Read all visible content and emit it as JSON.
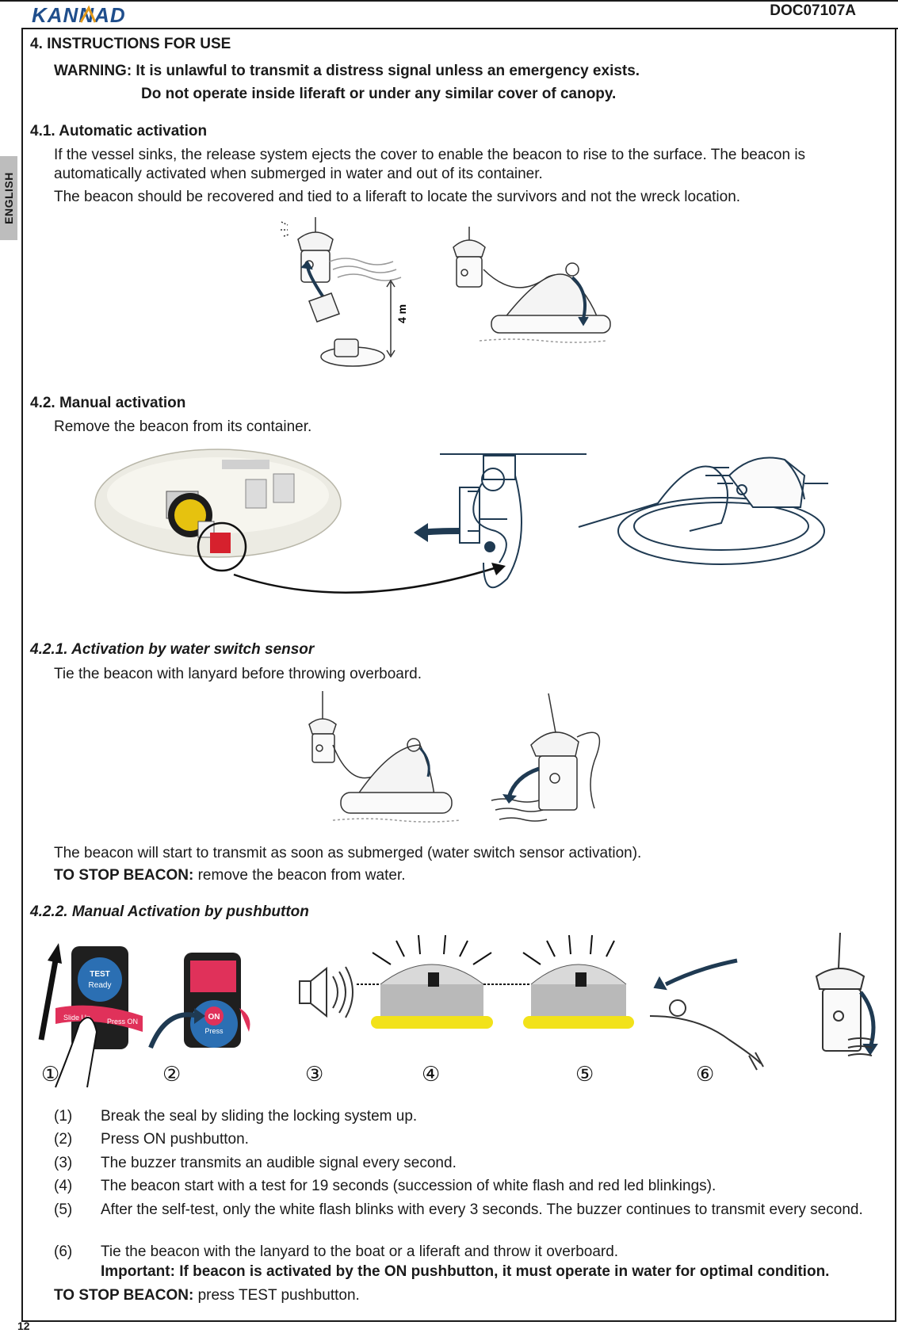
{
  "header": {
    "logo_text": "KANNAD",
    "doc_id": "DOC07107A",
    "language_tab": "ENGLISH",
    "page_number": "12"
  },
  "section4": {
    "title": "4.  INSTRUCTIONS FOR USE",
    "warning_line1": "WARNING: It is unlawful to transmit a distress signal unless an emergency exists.",
    "warning_line2": "Do not operate inside liferaft or under any similar cover of canopy."
  },
  "s41": {
    "title": "4.1. Automatic activation",
    "p1": "If the vessel sinks, the release system ejects the cover to enable the beacon to rise to the surface. The beacon is automatically activated when submerged in water and out of its container.",
    "p2": "The beacon should be recovered and tied to a liferaft to locate the survivors and not the wreck location.",
    "figure_depth_label": "4 m"
  },
  "s42": {
    "title": "4.2. Manual activation",
    "p1": "Remove the beacon from its container."
  },
  "s421": {
    "title": "4.2.1. Activation by water switch sensor",
    "p1": "Tie the beacon with lanyard before throwing overboard.",
    "p2": "The beacon will start to transmit as soon as submerged (water switch sensor activation).",
    "stop_label": "TO STOP BEACON:",
    "stop_text": " remove the beacon from water."
  },
  "s422": {
    "title": "4.2.2. Manual Activation by pushbutton",
    "steps_numbers": [
      "①",
      "②",
      "③",
      "④",
      "⑤",
      "⑥"
    ],
    "steps": [
      {
        "n": "(1)",
        "text": "Break the seal by sliding the locking system up."
      },
      {
        "n": "(2)",
        "text": "Press ON pushbutton."
      },
      {
        "n": "(3)",
        "text": "The buzzer transmits an audible signal every second."
      },
      {
        "n": "(4)",
        "text": "The beacon start with a test for 19 seconds (succession of white flash and red led blinkings)."
      },
      {
        "n": "(5)",
        "text": "After the self-test, only the white flash blinks with every 3 seconds. The buzzer continues to transmit every second."
      },
      {
        "n": "(6)",
        "text": "Tie the beacon with the lanyard to the boat or a liferaft and throw it overboard."
      }
    ],
    "important": "Important: If beacon is activated by the ON pushbutton, it must operate in water for optimal condition.",
    "stop_label": "TO STOP BEACON:",
    "stop_text": " press TEST pushbutton.",
    "button_labels": {
      "test": "TEST",
      "ready": "Ready",
      "slide_up": "Slide Up",
      "press_on": "Press ON",
      "on": "ON",
      "press": "Press"
    }
  },
  "colors": {
    "navy": "#1f3a52",
    "red_seal": "#e0315a",
    "yellow_ring": "#f2e21a",
    "gray_tab": "#bdbdbd"
  }
}
